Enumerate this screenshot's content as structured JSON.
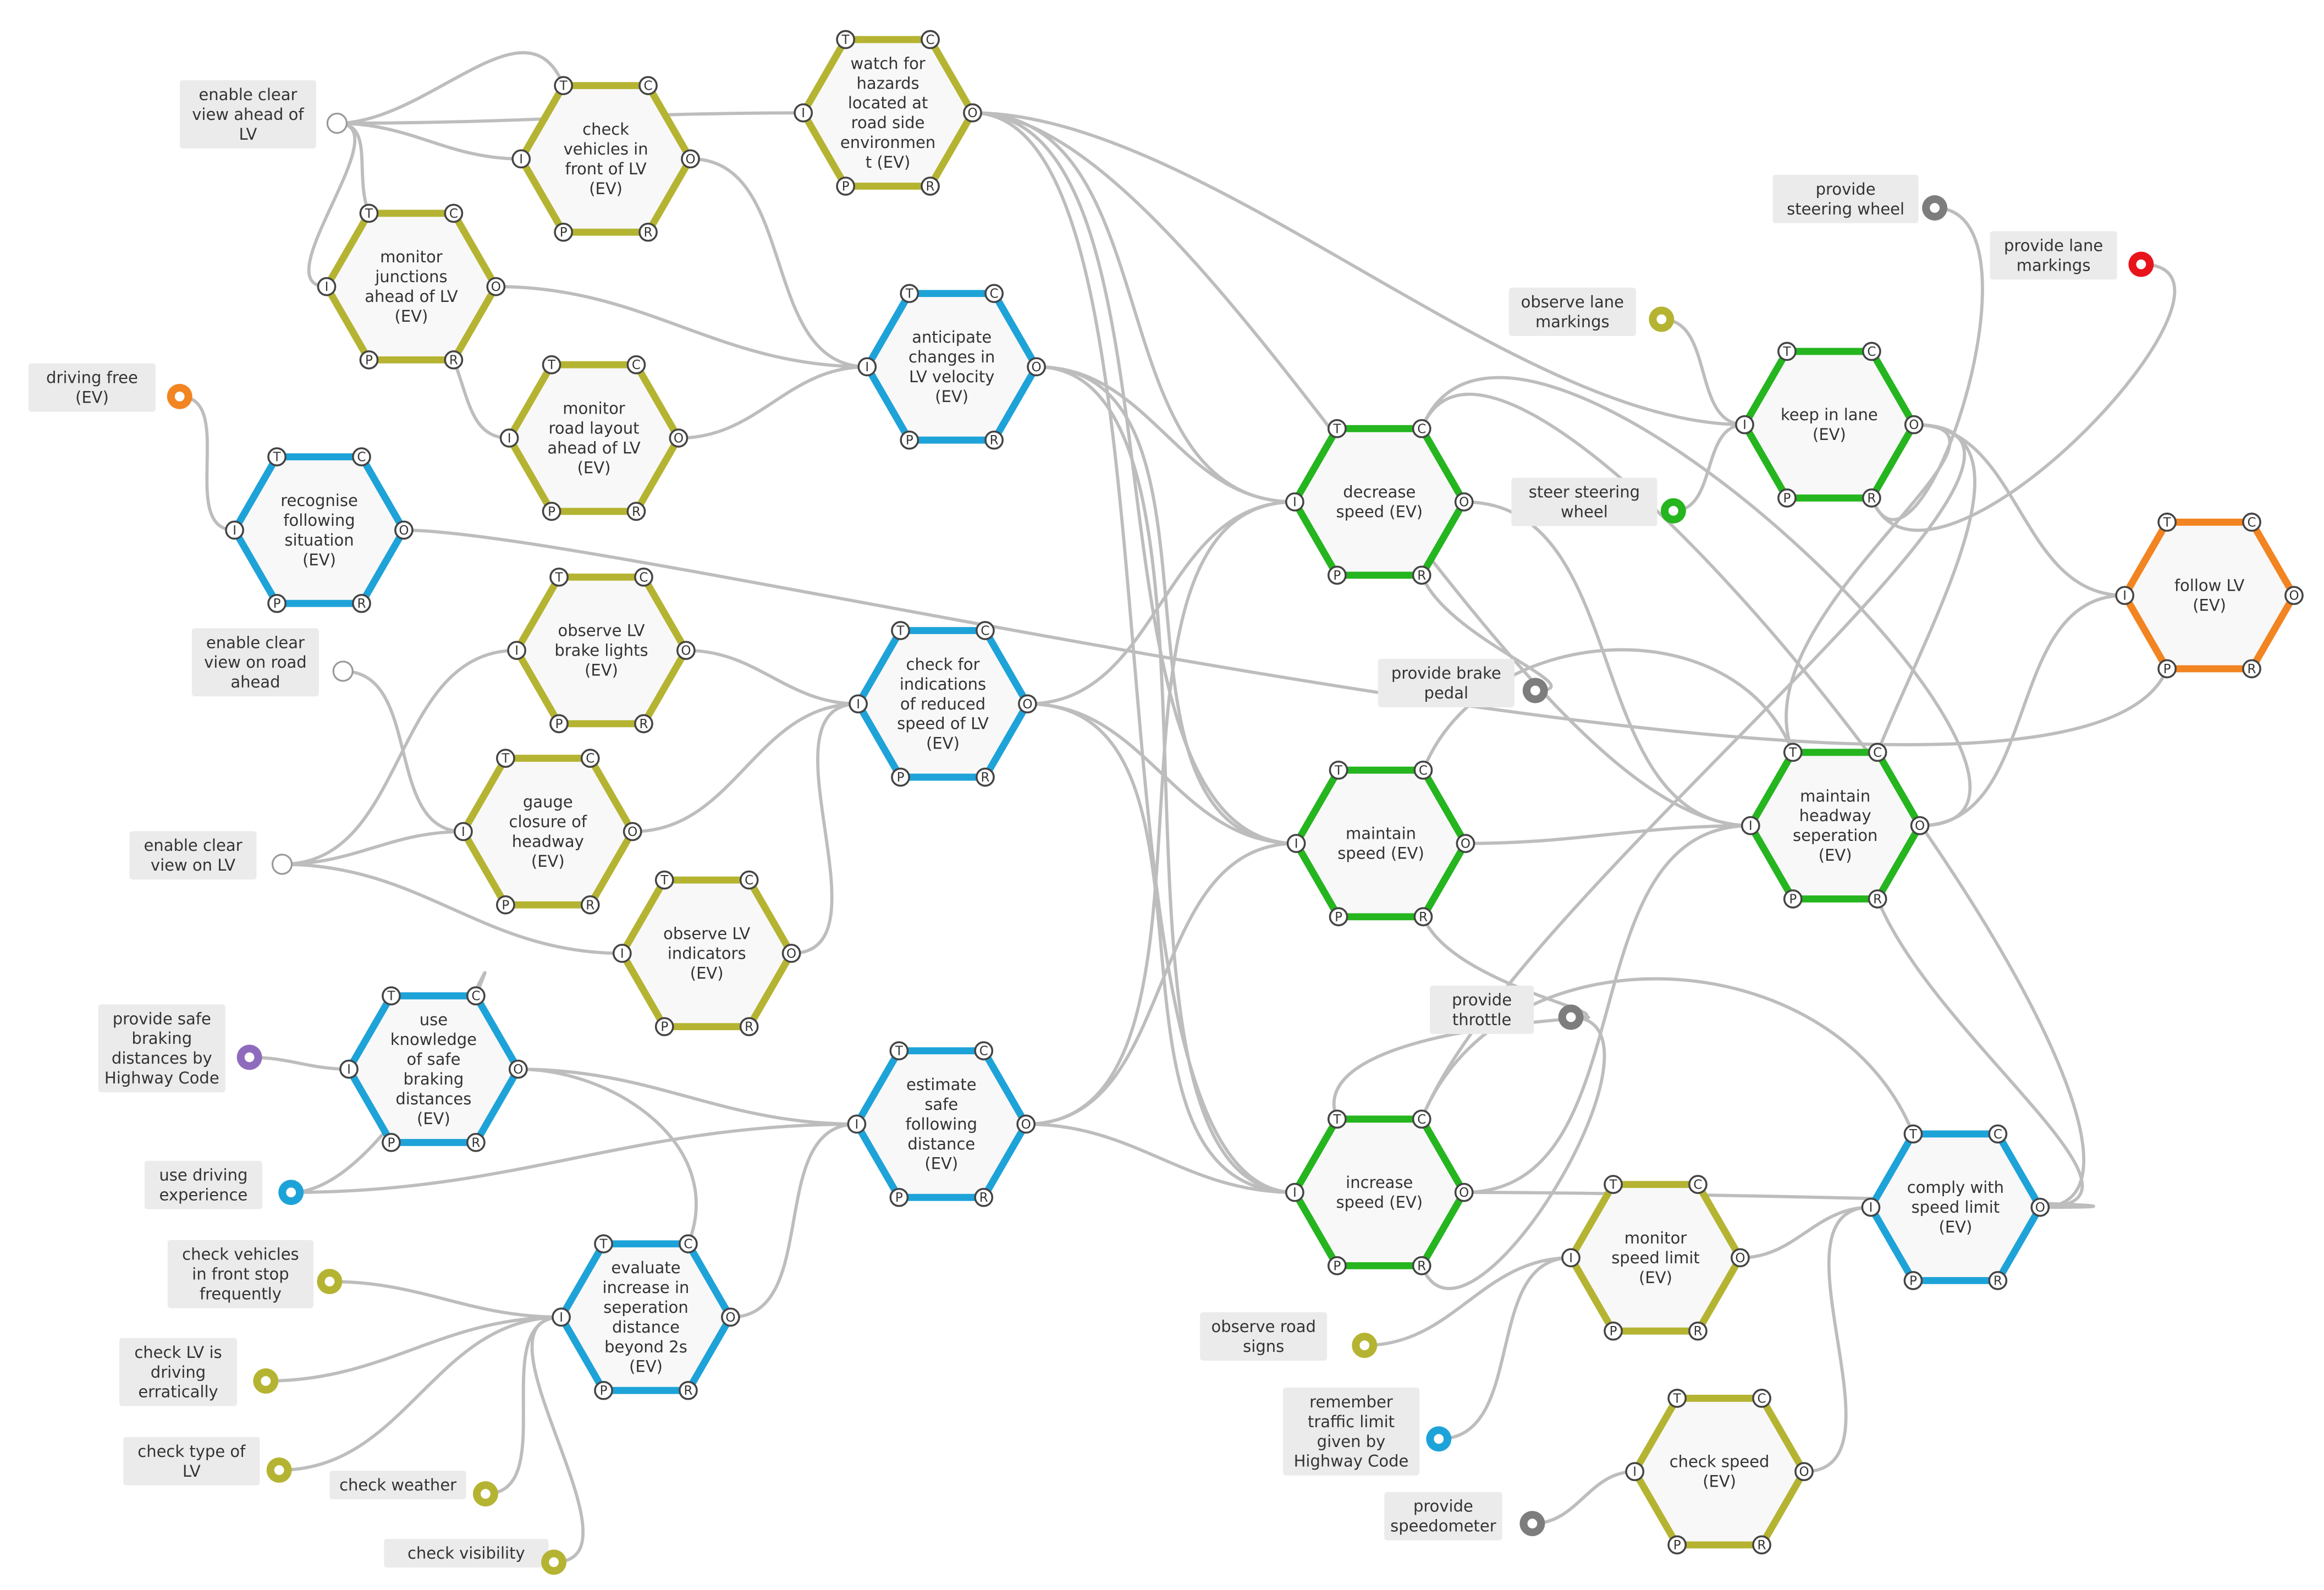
{
  "colors": {
    "yellow": "#b5b432",
    "blue": "#1ea3d9",
    "green": "#25b51f",
    "orange": "#f28421",
    "edge": "#bdbdbd",
    "box": "#ebebeb",
    "gray": "#7d7d7d",
    "red": "#e8141c",
    "purple": "#8f6bbd",
    "white": "#ffffff",
    "hexFill": "#f8f8f8"
  },
  "aspect_letters": {
    "T": "T",
    "C": "C",
    "I": "I",
    "O": "O",
    "P": "P",
    "R": "R"
  },
  "functions": [
    {
      "id": "watch",
      "label": "watch for\nhazards\nlocated at\nroad side\nenvironmen\nt (EV)",
      "color": "yellow"
    },
    {
      "id": "check_vehicles",
      "label": "check\nvehicles in\nfront of LV\n(EV)",
      "color": "yellow"
    },
    {
      "id": "monitor_junctions",
      "label": "monitor\njunctions\nahead of LV\n(EV)",
      "color": "yellow"
    },
    {
      "id": "monitor_road",
      "label": "monitor\nroad layout\nahead of LV\n(EV)",
      "color": "yellow"
    },
    {
      "id": "anticipate",
      "label": "anticipate\nchanges in\nLV velocity\n(EV)",
      "color": "blue"
    },
    {
      "id": "recognise",
      "label": "recognise\nfollowing\nsituation\n(EV)",
      "color": "blue"
    },
    {
      "id": "observe_brake",
      "label": "observe LV\nbrake lights\n(EV)",
      "color": "yellow"
    },
    {
      "id": "check_indications",
      "label": "check for\nindications\nof reduced\nspeed of LV\n(EV)",
      "color": "blue"
    },
    {
      "id": "gauge",
      "label": "gauge\nclosure of\nheadway\n(EV)",
      "color": "yellow"
    },
    {
      "id": "observe_indicators",
      "label": "observe LV\nindicators\n(EV)",
      "color": "yellow"
    },
    {
      "id": "use_knowledge",
      "label": "use\nknowledge\nof safe\nbraking\ndistances\n(EV)",
      "color": "blue"
    },
    {
      "id": "estimate",
      "label": "estimate\nsafe\nfollowing\ndistance\n(EV)",
      "color": "blue"
    },
    {
      "id": "evaluate",
      "label": "evaluate\nincrease in\nseperation\ndistance\nbeyond 2s\n(EV)",
      "color": "blue"
    },
    {
      "id": "decrease",
      "label": "decrease\nspeed (EV)",
      "color": "green"
    },
    {
      "id": "maintain_speed",
      "label": "maintain\nspeed (EV)",
      "color": "green"
    },
    {
      "id": "increase",
      "label": "increase\nspeed (EV)",
      "color": "green"
    },
    {
      "id": "keep_lane",
      "label": "keep in lane\n(EV)",
      "color": "green"
    },
    {
      "id": "maintain_headway",
      "label": "maintain\nheadway\nseperation\n(EV)",
      "color": "green"
    },
    {
      "id": "follow",
      "label": "follow LV\n(EV)",
      "color": "orange"
    },
    {
      "id": "monitor_speed",
      "label": "monitor\nspeed limit\n(EV)",
      "color": "yellow"
    },
    {
      "id": "comply",
      "label": "comply with\nspeed limit\n(EV)",
      "color": "blue"
    },
    {
      "id": "check_speed",
      "label": "check speed\n(EV)",
      "color": "yellow"
    }
  ],
  "inputs": [
    {
      "id": "enable_clear_ahead",
      "label": "enable clear\nview ahead of\nLV",
      "color": "white"
    },
    {
      "id": "driving_free",
      "label": "driving free\n(EV)",
      "color": "orange"
    },
    {
      "id": "enable_clear_road",
      "label": "enable clear\nview on road\nahead",
      "color": "white"
    },
    {
      "id": "enable_clear_lv",
      "label": "enable clear\nview on LV",
      "color": "white"
    },
    {
      "id": "provide_safe",
      "label": "provide safe\nbraking\ndistances by\nHighway Code",
      "color": "purple"
    },
    {
      "id": "use_driving",
      "label": "use driving\nexperience",
      "color": "blue"
    },
    {
      "id": "check_front_stop",
      "label": "check vehicles\nin front stop\nfrequently",
      "color": "yellow"
    },
    {
      "id": "check_erratic",
      "label": "check LV is\ndriving\nerratically",
      "color": "yellow"
    },
    {
      "id": "check_type",
      "label": "check type of\nLV",
      "color": "yellow"
    },
    {
      "id": "check_weather",
      "label": "check weather",
      "color": "yellow"
    },
    {
      "id": "check_visibility",
      "label": "check visibility",
      "color": "yellow"
    },
    {
      "id": "provide_steering",
      "label": "provide\nsteering wheel",
      "color": "gray"
    },
    {
      "id": "provide_lane",
      "label": "provide lane\nmarkings",
      "color": "red"
    },
    {
      "id": "observe_lane",
      "label": "observe lane\nmarkings",
      "color": "yellow"
    },
    {
      "id": "steer",
      "label": "steer steering\nwheel",
      "color": "green"
    },
    {
      "id": "provide_brake",
      "label": "provide brake\npedal",
      "color": "gray"
    },
    {
      "id": "provide_throttle",
      "label": "provide\nthrottle",
      "color": "gray"
    },
    {
      "id": "observe_signs",
      "label": "observe road\nsigns",
      "color": "yellow"
    },
    {
      "id": "remember",
      "label": "remember\ntraffic limit\ngiven by\nHighway Code",
      "color": "blue"
    },
    {
      "id": "provide_speedometer",
      "label": "provide\nspeedometer",
      "color": "gray"
    }
  ],
  "edges": [
    [
      "enable_clear_ahead",
      "O",
      "check_vehicles",
      "I"
    ],
    [
      "enable_clear_ahead",
      "O",
      "watch",
      "I"
    ],
    [
      "enable_clear_ahead",
      "O",
      "monitor_junctions",
      "I"
    ],
    [
      "enable_clear_ahead",
      "O",
      "monitor_junctions",
      "T"
    ],
    [
      "enable_clear_ahead",
      "O",
      "check_vehicles",
      "T"
    ],
    [
      "check_vehicles",
      "O",
      "anticipate",
      "I"
    ],
    [
      "monitor_junctions",
      "O",
      "anticipate",
      "I"
    ],
    [
      "monitor_junctions",
      "R",
      "monitor_road",
      "I"
    ],
    [
      "monitor_road",
      "O",
      "anticipate",
      "I"
    ],
    [
      "watch",
      "O",
      "decrease",
      "I"
    ],
    [
      "watch",
      "O",
      "maintain_speed",
      "I"
    ],
    [
      "watch",
      "O",
      "increase",
      "I"
    ],
    [
      "watch",
      "O",
      "keep_lane",
      "I"
    ],
    [
      "watch",
      "O",
      "maintain_headway",
      "I"
    ],
    [
      "anticipate",
      "O",
      "decrease",
      "I"
    ],
    [
      "anticipate",
      "O",
      "maintain_speed",
      "I"
    ],
    [
      "anticipate",
      "O",
      "increase",
      "I"
    ],
    [
      "driving_free",
      "O",
      "recognise",
      "I"
    ],
    [
      "recognise",
      "O",
      "follow",
      "P"
    ],
    [
      "enable_clear_road",
      "O",
      "gauge",
      "I"
    ],
    [
      "enable_clear_lv",
      "O",
      "observe_brake",
      "I"
    ],
    [
      "enable_clear_lv",
      "O",
      "gauge",
      "I"
    ],
    [
      "enable_clear_lv",
      "O",
      "observe_indicators",
      "I"
    ],
    [
      "observe_brake",
      "O",
      "check_indications",
      "I"
    ],
    [
      "gauge",
      "O",
      "check_indications",
      "I"
    ],
    [
      "observe_indicators",
      "O",
      "check_indications",
      "I"
    ],
    [
      "check_indications",
      "O",
      "decrease",
      "I"
    ],
    [
      "check_indications",
      "O",
      "maintain_speed",
      "I"
    ],
    [
      "check_indications",
      "O",
      "increase",
      "I"
    ],
    [
      "provide_safe",
      "O",
      "use_knowledge",
      "I"
    ],
    [
      "use_driving",
      "O",
      "use_knowledge",
      "C"
    ],
    [
      "use_driving",
      "O",
      "estimate",
      "I"
    ],
    [
      "use_knowledge",
      "O",
      "estimate",
      "I"
    ],
    [
      "use_knowledge",
      "O",
      "evaluate",
      "C"
    ],
    [
      "estimate",
      "O",
      "decrease",
      "I"
    ],
    [
      "estimate",
      "O",
      "maintain_speed",
      "I"
    ],
    [
      "estimate",
      "O",
      "increase",
      "I"
    ],
    [
      "evaluate",
      "O",
      "estimate",
      "I"
    ],
    [
      "check_front_stop",
      "O",
      "evaluate",
      "I"
    ],
    [
      "check_erratic",
      "O",
      "evaluate",
      "I"
    ],
    [
      "check_type",
      "O",
      "evaluate",
      "I"
    ],
    [
      "check_weather",
      "O",
      "evaluate",
      "I"
    ],
    [
      "check_visibility",
      "O",
      "evaluate",
      "I"
    ],
    [
      "provide_brake",
      "O",
      "decrease",
      "R"
    ],
    [
      "provide_throttle",
      "O",
      "maintain_speed",
      "R"
    ],
    [
      "provide_throttle",
      "O",
      "increase",
      "T"
    ],
    [
      "provide_throttle",
      "O",
      "increase",
      "R"
    ],
    [
      "decrease",
      "O",
      "maintain_headway",
      "I"
    ],
    [
      "decrease",
      "C",
      "comply",
      "O"
    ],
    [
      "maintain_speed",
      "O",
      "maintain_headway",
      "I"
    ],
    [
      "maintain_speed",
      "C",
      "maintain_headway",
      "T"
    ],
    [
      "increase",
      "O",
      "maintain_headway",
      "I"
    ],
    [
      "increase",
      "C",
      "comply",
      "T"
    ],
    [
      "increase",
      "C",
      "keep_lane",
      "O"
    ],
    [
      "keep_lane",
      "O",
      "follow",
      "I"
    ],
    [
      "keep_lane",
      "O",
      "maintain_headway",
      "C"
    ],
    [
      "keep_lane",
      "O",
      "maintain_headway",
      "T"
    ],
    [
      "maintain_headway",
      "O",
      "follow",
      "I"
    ],
    [
      "maintain_headway",
      "R",
      "comply",
      "O"
    ],
    [
      "observe_lane",
      "O",
      "keep_lane",
      "I"
    ],
    [
      "steer",
      "O",
      "keep_lane",
      "I"
    ],
    [
      "provide_steering",
      "O",
      "keep_lane",
      "R"
    ],
    [
      "provide_lane",
      "O",
      "keep_lane",
      "R"
    ],
    [
      "observe_signs",
      "O",
      "monitor_speed",
      "I"
    ],
    [
      "remember",
      "O",
      "monitor_speed",
      "I"
    ],
    [
      "monitor_speed",
      "O",
      "comply",
      "I"
    ],
    [
      "check_speed",
      "O",
      "comply",
      "I"
    ],
    [
      "provide_speedometer",
      "O",
      "check_speed",
      "I"
    ],
    [
      "comply",
      "O",
      "increase",
      "O"
    ],
    [
      "decrease",
      "C",
      "maintain_headway",
      "O"
    ]
  ]
}
